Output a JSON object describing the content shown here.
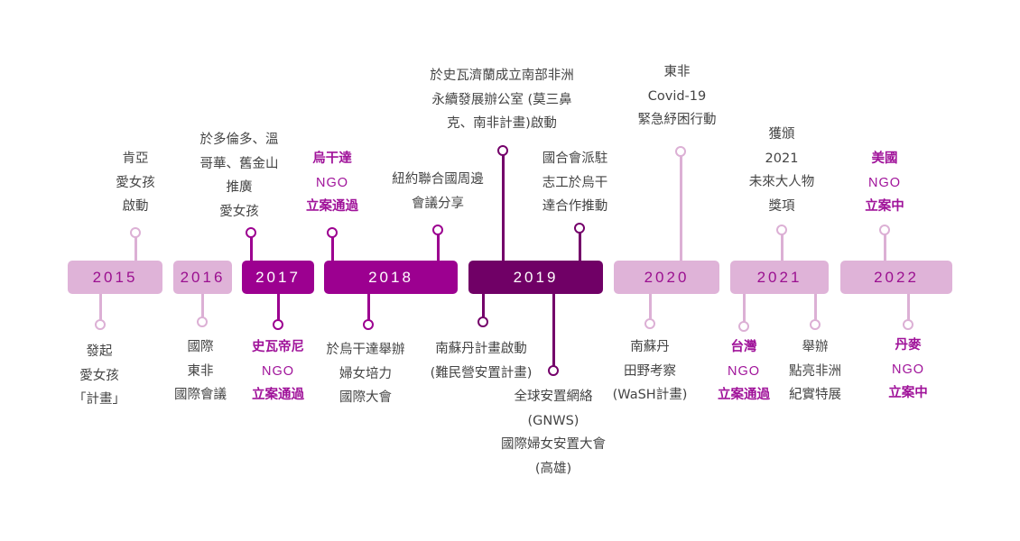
{
  "colors": {
    "light": "#dfb3d8",
    "mid": "#9c0090",
    "dark": "#700066",
    "highlight": "#a0139a"
  },
  "years": [
    "2015",
    "2016",
    "2017",
    "2018",
    "2019",
    "2020",
    "2021",
    "2022"
  ],
  "events": {
    "e2015_top": [
      "肯亞",
      "愛女孩",
      "啟動"
    ],
    "e2015_bottom": [
      "發起",
      "愛女孩",
      "「計畫」"
    ],
    "e2016_top": [
      "於多倫多、溫",
      "哥華、舊金山",
      "推廣",
      "愛女孩"
    ],
    "e2016_bottom": [
      "國際",
      "東非",
      "國際會議"
    ],
    "e2017_top": [
      "烏干達",
      "NGO",
      "立案通過"
    ],
    "e2017_bottom": [
      "史瓦帝尼",
      "NGO",
      "立案通過"
    ],
    "e2018_top": [
      "紐約聯合國周邊",
      "會議分享"
    ],
    "e2018_bottom": [
      "於烏干達舉辦",
      "婦女培力",
      "國際大會"
    ],
    "e2019_top1": [
      "於史瓦濟蘭成立南部非洲",
      "永續發展辦公室 (莫三鼻",
      "克、南非計畫)啟動"
    ],
    "e2019_top2": [
      "國合會派駐",
      "志工於烏干",
      "達合作推動"
    ],
    "e2019_bottom1": [
      "南蘇丹計畫啟動",
      "(難民營安置計畫)"
    ],
    "e2019_bottom2": [
      "全球安置網絡",
      "(GNWS)",
      "國際婦女安置大會",
      "(高雄)"
    ],
    "e2020_top": [
      "東非",
      "Covid-19",
      "緊急紓困行動"
    ],
    "e2020_bottom": [
      "南蘇丹",
      "田野考察",
      "(WaSH計畫)"
    ],
    "e2021_top": [
      "獲頒",
      "2021",
      "未來大人物",
      "獎項"
    ],
    "e2021_bottom1": [
      "台灣",
      "NGO",
      "立案通過"
    ],
    "e2021_bottom2": [
      "舉辦",
      "點亮非洲",
      "紀實特展"
    ],
    "e2022_top": [
      "美國",
      "NGO",
      "立案中"
    ],
    "e2022_bottom": [
      "丹麥",
      "NGO",
      "立案中"
    ]
  }
}
